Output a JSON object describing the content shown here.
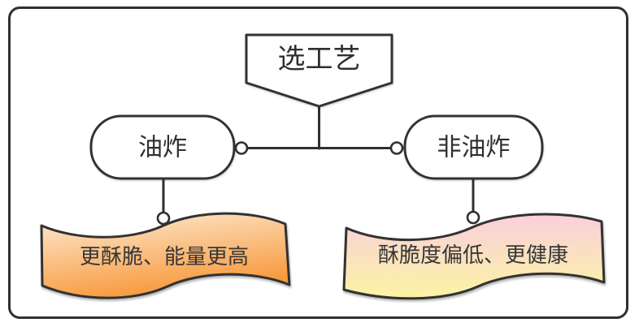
{
  "diagram": {
    "title_node": {
      "label": "选工艺"
    },
    "branches": [
      {
        "label": "油炸",
        "result": "更酥脆、能量更高"
      },
      {
        "label": "非油炸",
        "result": "酥脆度偏低、更健康"
      }
    ],
    "colors": {
      "outline": "#303030",
      "fried_banner_top": "#fdecd6",
      "fried_banner_bottom": "#f8993c",
      "nonfried_banner_top": "#facfdb",
      "nonfried_banner_bottom": "#fbf4a4"
    }
  }
}
